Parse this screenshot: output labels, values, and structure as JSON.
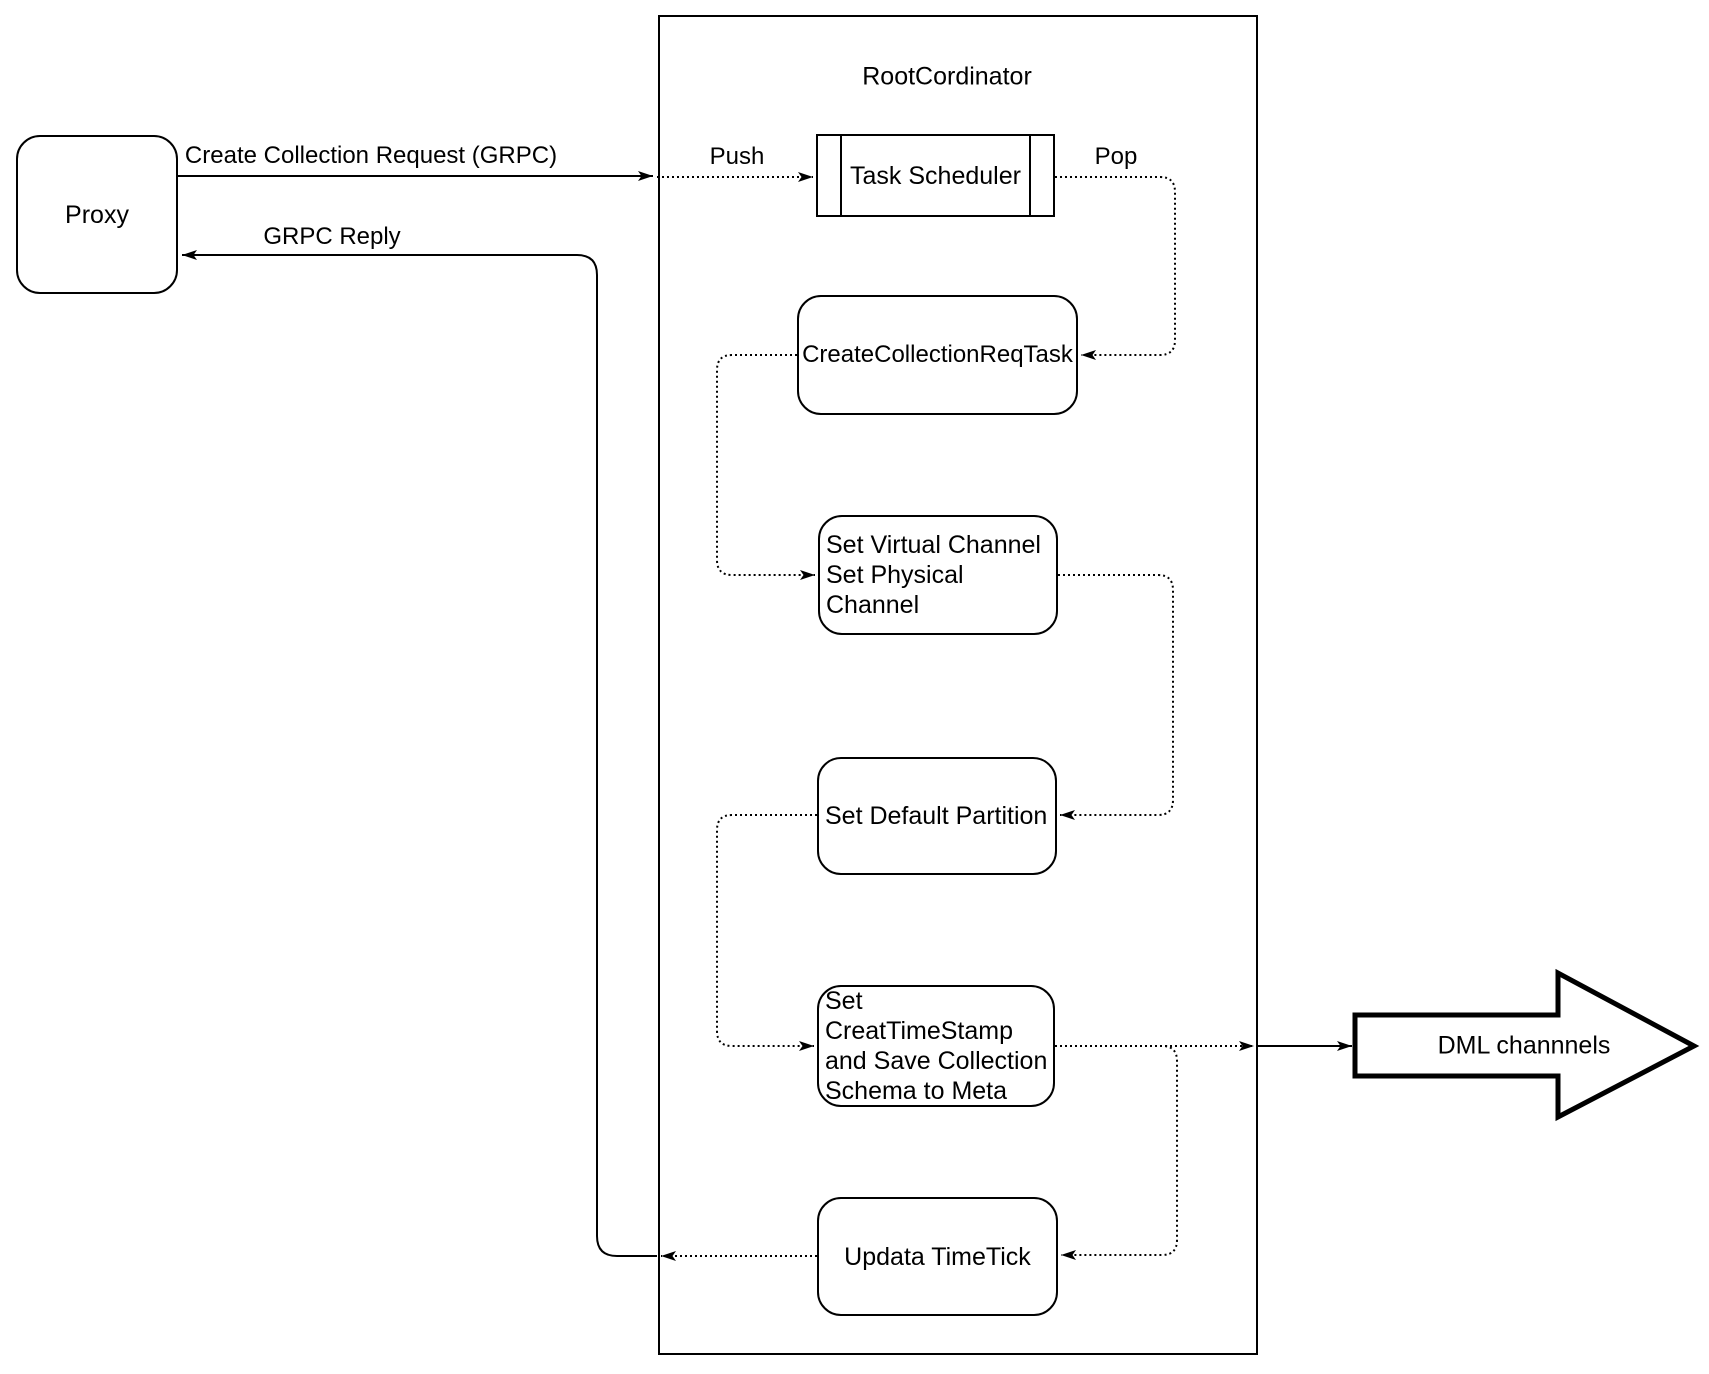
{
  "proxy": {
    "label": "Proxy"
  },
  "container": {
    "title": "RootCordinator"
  },
  "nodes": {
    "task_scheduler": {
      "label": "Task Scheduler"
    },
    "create_collection_req_task": {
      "label": "CreateCollectionReqTask"
    },
    "set_channel": {
      "label": "Set Virtual Channel\nSet Physical Channel"
    },
    "set_default_partition": {
      "label": "Set Default Partition"
    },
    "set_creat_timestamp": {
      "label": "Set CreatTimeStamp\nand Save Collection\nSchema to Meta"
    },
    "updata_timetick": {
      "label": "Updata TimeTick"
    },
    "dml_channels": {
      "label": "DML channnels"
    }
  },
  "edge_labels": {
    "create_collection_request": "Create Collection Request (GRPC)",
    "push": "Push",
    "pop": "Pop",
    "grpc_reply": "GRPC Reply"
  },
  "colors": {
    "stroke": "#000000",
    "background": "#ffffff"
  }
}
